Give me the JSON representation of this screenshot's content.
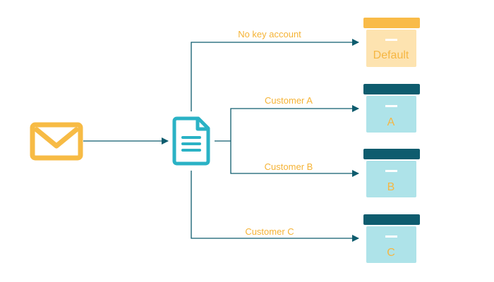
{
  "colors": {
    "line": "#0e5c6e",
    "label": "#f5b335",
    "mail": "#f7bb45",
    "doc": "#2ab2c5",
    "default_lid": "#f9bb48",
    "default_body": "#fde3b0",
    "default_text": "#f6b642",
    "customer_lid": "#0e5c6e",
    "customer_body": "#aee3e9",
    "customer_text": "#f6b642",
    "slot": "#ffffff"
  },
  "icons": {
    "source": "mail-icon",
    "router": "document-icon",
    "target": "archive-box-icon"
  },
  "routes": [
    {
      "label": "No key account",
      "box_label": "Default"
    },
    {
      "label": "Customer A",
      "box_label": "A"
    },
    {
      "label": "Customer B",
      "box_label": "B"
    },
    {
      "label": "Customer C",
      "box_label": "C"
    }
  ]
}
